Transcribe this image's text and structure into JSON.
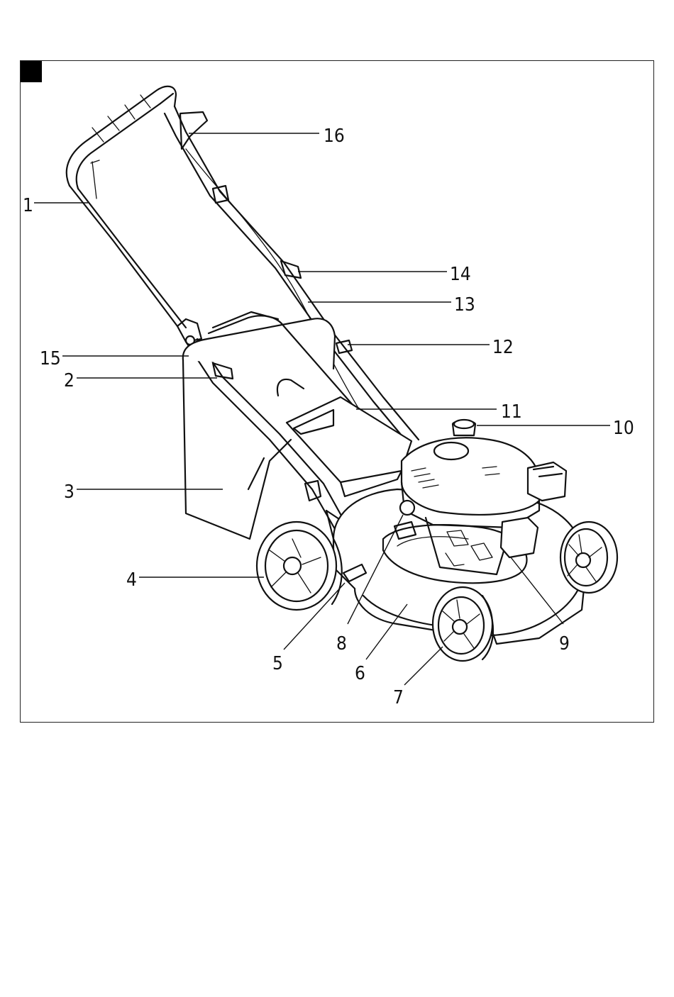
{
  "figure": {
    "callouts": [
      {
        "id": "c1",
        "label": "1"
      },
      {
        "id": "c2",
        "label": "2"
      },
      {
        "id": "c3",
        "label": "3"
      },
      {
        "id": "c4",
        "label": "4"
      },
      {
        "id": "c5",
        "label": "5"
      },
      {
        "id": "c6",
        "label": "6"
      },
      {
        "id": "c7",
        "label": "7"
      },
      {
        "id": "c8",
        "label": "8"
      },
      {
        "id": "c9",
        "label": "9"
      },
      {
        "id": "c10",
        "label": "10"
      },
      {
        "id": "c11",
        "label": "11"
      },
      {
        "id": "c12",
        "label": "12"
      },
      {
        "id": "c13",
        "label": "13"
      },
      {
        "id": "c14",
        "label": "14"
      },
      {
        "id": "c15",
        "label": "15"
      },
      {
        "id": "c16",
        "label": "16"
      }
    ],
    "colors": {
      "line": "#111111",
      "background": "#ffffff",
      "marker": "#000000"
    }
  }
}
